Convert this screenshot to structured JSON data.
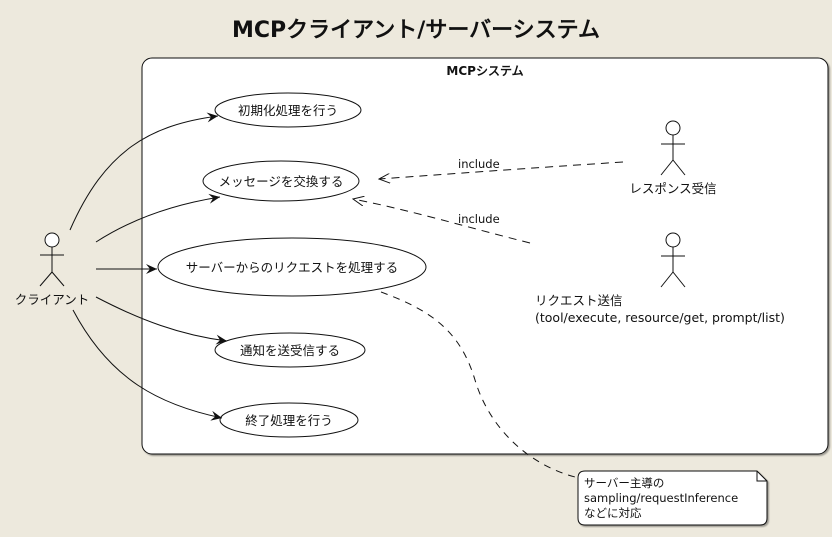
{
  "title": "MCPクライアント/サーバーシステム",
  "system": {
    "label": "MCPシステム"
  },
  "actors": {
    "client": {
      "label": "クライアント"
    },
    "response": {
      "label": "レスポンス受信"
    },
    "request": {
      "label_line1": "リクエスト送信",
      "label_line2": "(tool/execute, resource/get, prompt/list)"
    }
  },
  "use_cases": [
    {
      "id": "init",
      "label": "初期化処理を行う"
    },
    {
      "id": "exchange",
      "label": "メッセージを交換する"
    },
    {
      "id": "handle",
      "label": "サーバーからのリクエストを処理する"
    },
    {
      "id": "notify",
      "label": "通知を送受信する"
    },
    {
      "id": "terminate",
      "label": "終了処理を行う"
    }
  ],
  "relations": {
    "include_1": "include",
    "include_2": "include"
  },
  "note": {
    "line1": "サーバー主導の",
    "line2": "sampling/requestInference",
    "line3": "などに対応"
  },
  "colors": {
    "background": "#ede9dd",
    "frame": "#ffffff",
    "stroke": "#111111"
  }
}
